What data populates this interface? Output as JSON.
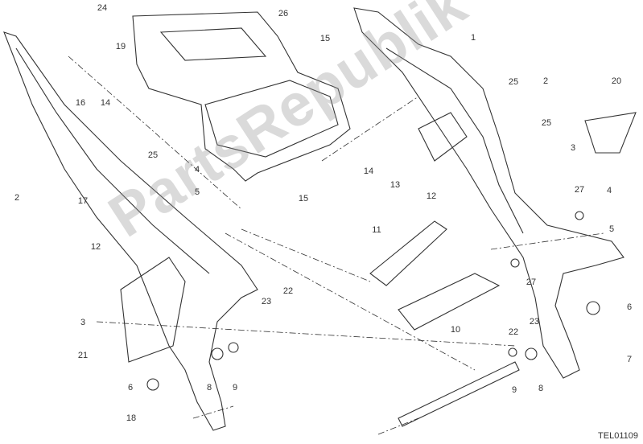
{
  "diagram": {
    "callouts": [
      "24",
      "26",
      "19",
      "15",
      "1",
      "25",
      "2",
      "20",
      "16",
      "14",
      "25",
      "2",
      "17",
      "4",
      "5",
      "15",
      "14",
      "13",
      "12",
      "25",
      "3",
      "27",
      "4",
      "5",
      "11",
      "12",
      "22",
      "23",
      "27",
      "10",
      "6",
      "22",
      "23",
      "3",
      "21",
      "6",
      "8",
      "9",
      "9",
      "8",
      "7",
      "18"
    ],
    "drawing_code": "TEL01109",
    "watermark": "PartsRepublik",
    "line_color": "#333333"
  }
}
